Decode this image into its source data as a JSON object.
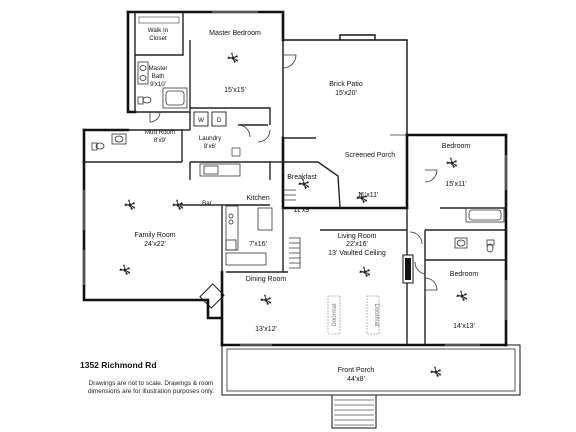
{
  "address": "1352 Richmond Rd",
  "disclaimer": {
    "line1": "Drawings are not to scale. Drawings & room",
    "line2": "dimensions are for illustration purposes only."
  },
  "rooms": {
    "walk_in_closet": {
      "name_line1": "Walk In",
      "name_line2": "Closet"
    },
    "master_bedroom": {
      "name": "Master Bedroom",
      "size": "15'x15'"
    },
    "master_bath": {
      "name_line1": "Master",
      "name_line2": "Bath",
      "size": "9'x10'"
    },
    "brick_patio": {
      "name": "Brick Patio",
      "size": "15'x20'"
    },
    "laundry": {
      "name": "Laundry",
      "size": "8'x6'"
    },
    "mud_room": {
      "name": "Mud Room",
      "size": "8'x9'"
    },
    "screened_porch": {
      "name": "Screened Porch",
      "size": "11'x11'"
    },
    "breakfast": {
      "name": "Breakfast",
      "size": "11'x9'"
    },
    "bedroom_upper": {
      "name": "Bedroom",
      "size": "15'x11'"
    },
    "kitchen": {
      "name": "Kitchen",
      "size": "7'x16'"
    },
    "bar": {
      "name": "Bar"
    },
    "family_room": {
      "name": "Family Room",
      "size": "24'x22'"
    },
    "living_room": {
      "name": "Living Room",
      "size": "22'x16'",
      "note": "13' Vaulted Ceiling"
    },
    "dining_room": {
      "name": "Dining Room",
      "size": "13'x12'"
    },
    "bedroom_lower": {
      "name": "Bedroom",
      "size": "14'x13'"
    },
    "front_porch": {
      "name": "Front Porch",
      "size": "44'x8'"
    }
  },
  "appliances": {
    "washer": "W",
    "dryer": "D"
  },
  "doors": {
    "left": "Doormat",
    "right": "Doormat"
  },
  "colors": {
    "wall": "#111111",
    "line": "#555555",
    "background": "#ffffff"
  },
  "icons": [
    "ceiling-fan-icon",
    "toilet-icon",
    "sink-icon",
    "bathtub-icon",
    "fireplace-icon",
    "stairs-icon",
    "door-swing-icon"
  ]
}
